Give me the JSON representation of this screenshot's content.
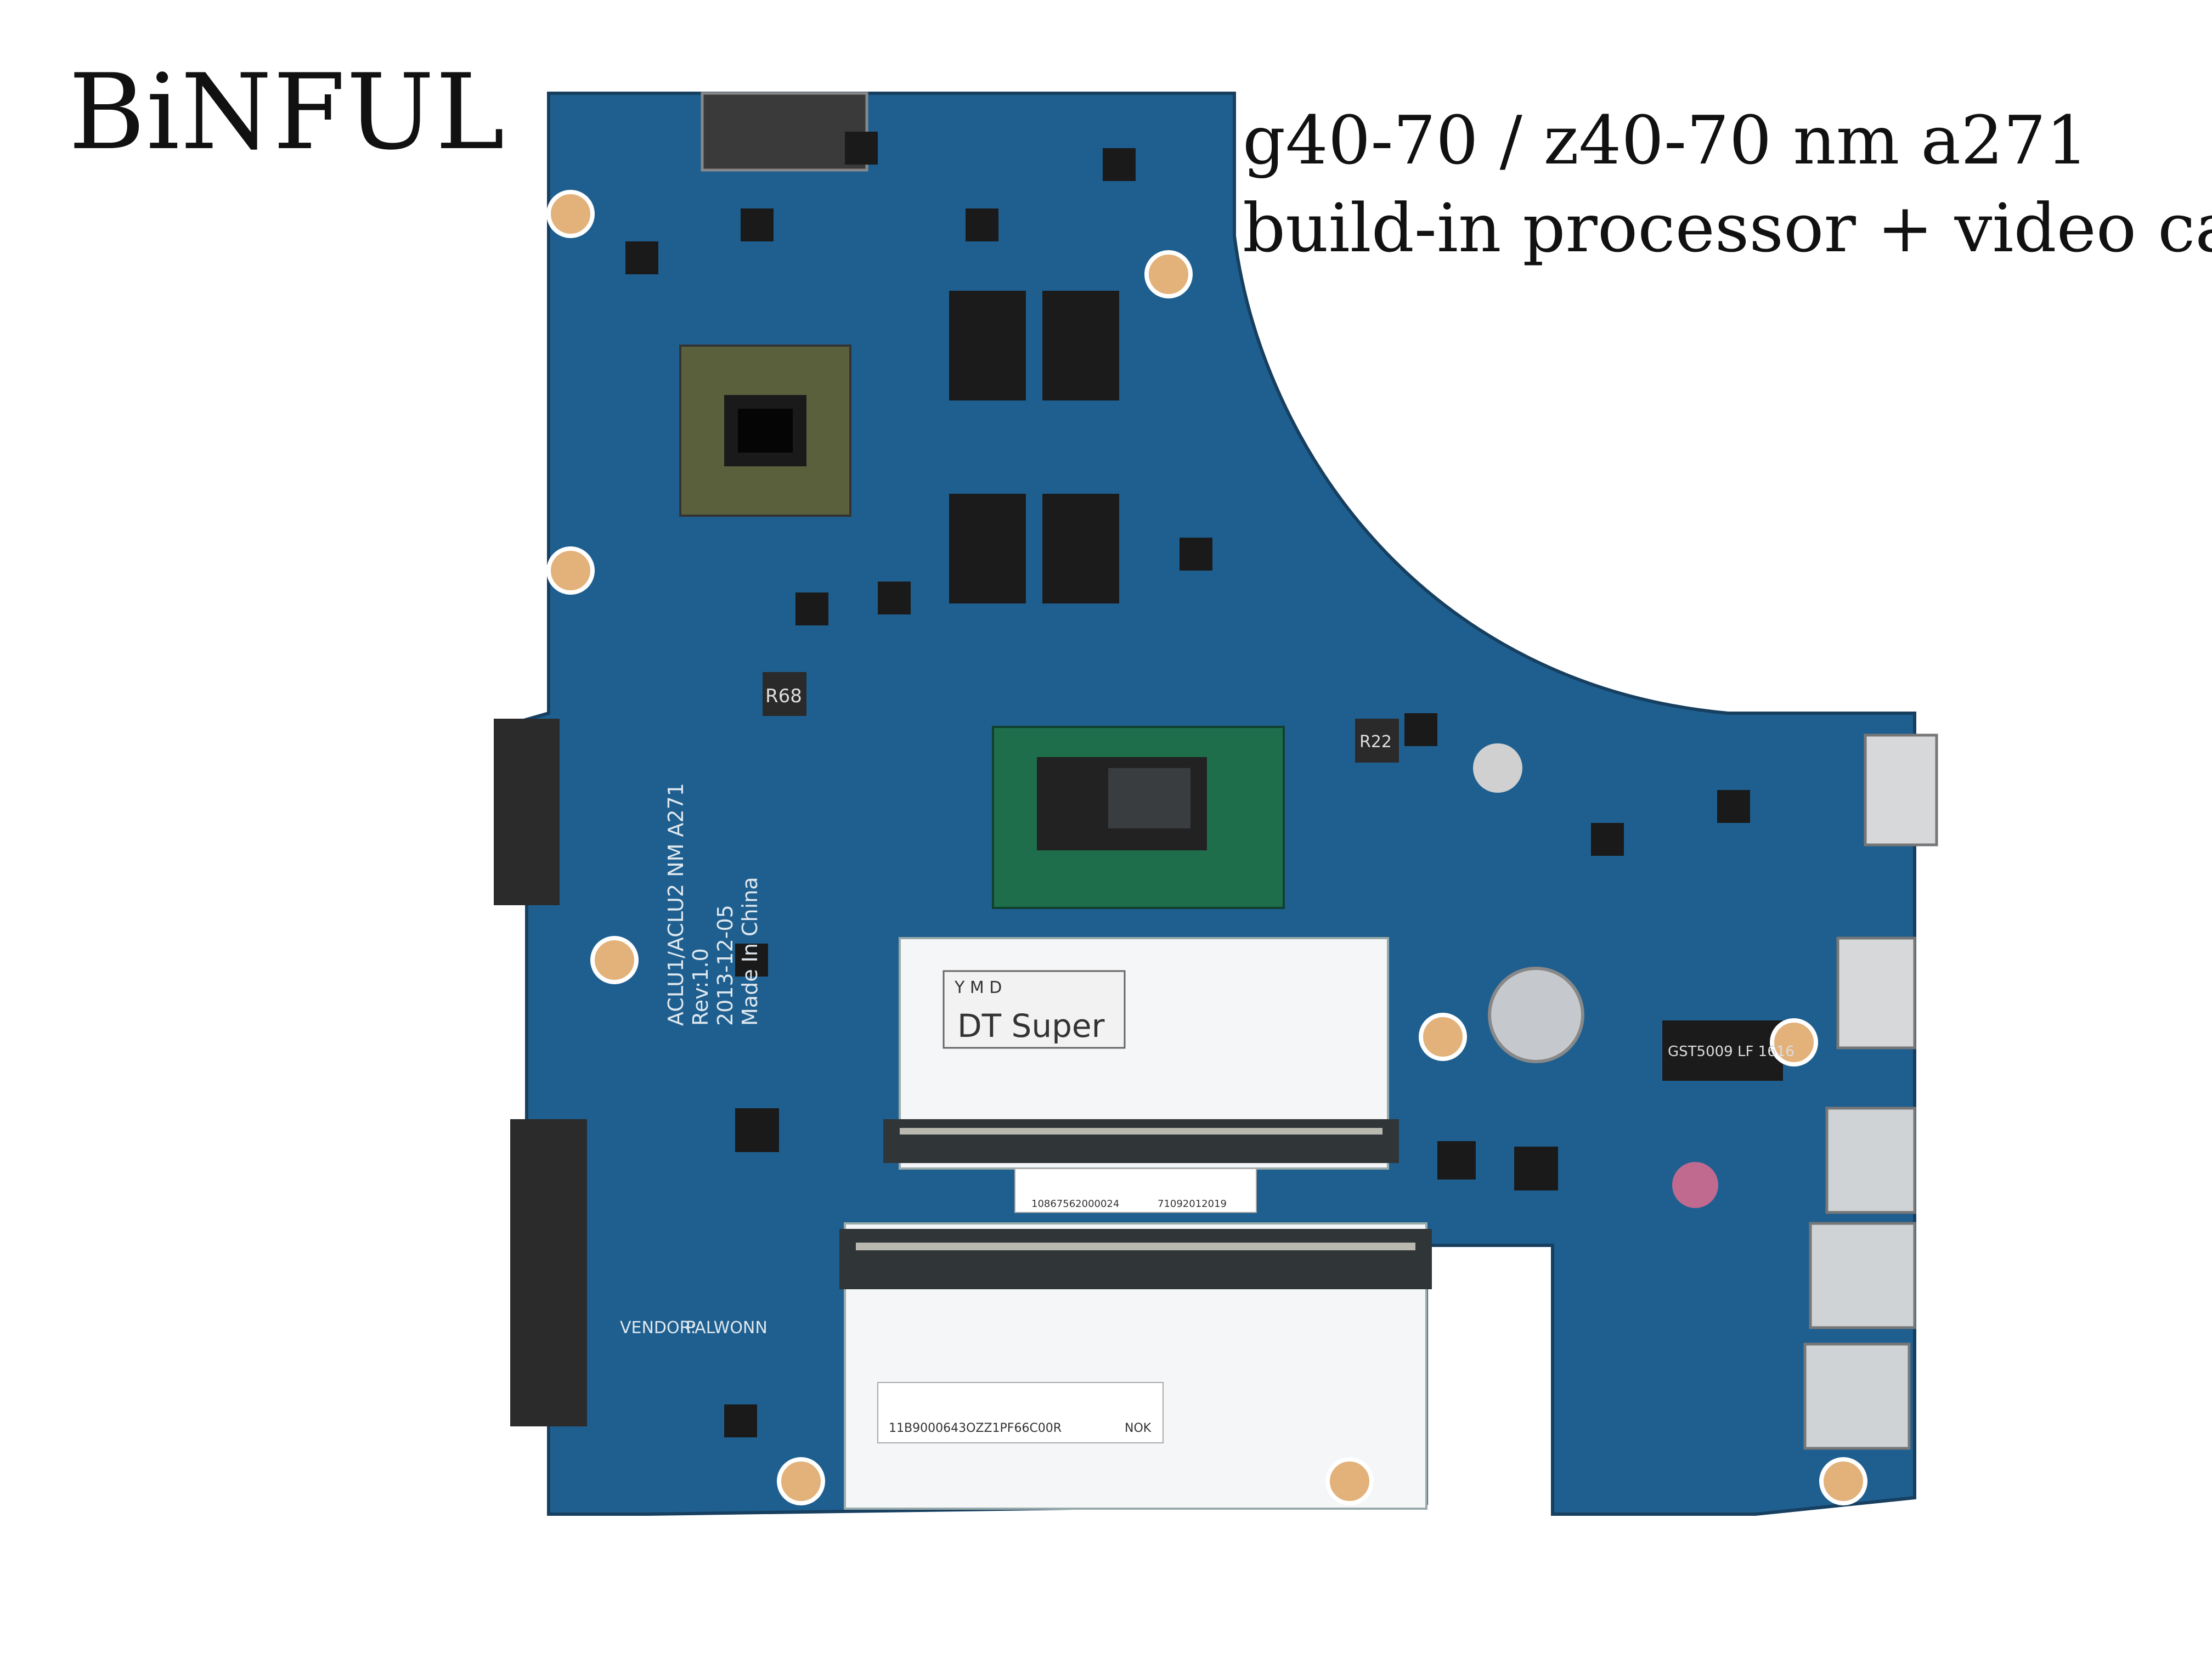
{
  "brand": "BiNFUL",
  "caption": {
    "line1": "g40-70 / z40-70 nm a271",
    "line2": "build-in processor + video card"
  },
  "board": {
    "silkscreen": {
      "model": "ACLU1/ACLU2 NM A271",
      "rev": "Rev:1.0",
      "date": "2013-12-05",
      "origin": "Made In China",
      "vendor_label": "VENDOR:",
      "vendor_value": "PALWONN"
    },
    "sticker_1": {
      "codes": "Y   M   D",
      "text": "DT Super"
    },
    "barcode_1": "10867562000024",
    "barcode_1b": "71092012019",
    "barcode_2": "11B9000643OZZ1PF66C00R",
    "barcode_2b": "NOK",
    "inductor": "R68",
    "cap_label": "R22",
    "lan_chip": "GST5009 LF 1616"
  },
  "colors": {
    "pcb": "#1f5f8f",
    "pcb_dark": "#174a70",
    "chip": "#1b1b1b",
    "background": "#ffffff"
  }
}
